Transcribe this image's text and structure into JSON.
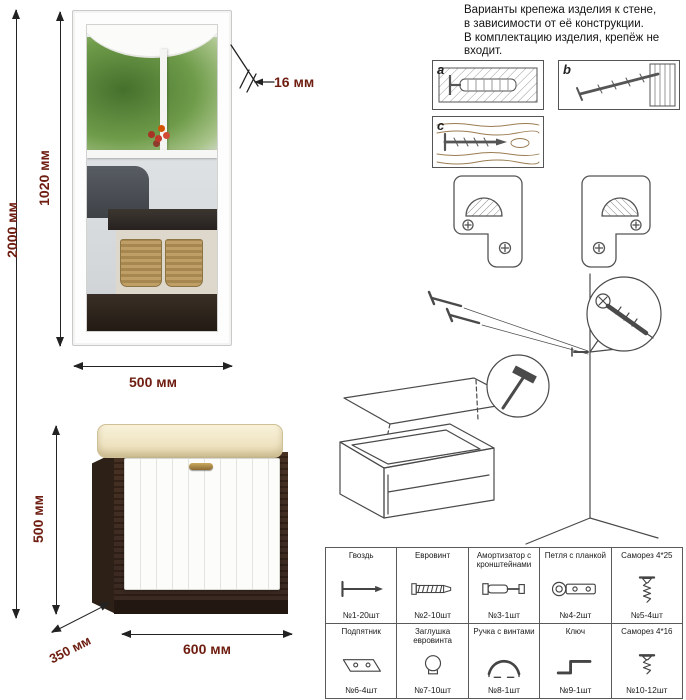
{
  "notice": {
    "text": "Варианты крепежа изделия к стене,\nв зависимости от её конструкции.\nВ комплектацию изделия, крепёж не\nвходит."
  },
  "dimensions": {
    "total_height": "2000 мм",
    "mirror_height": "1020 мм",
    "mirror_width": "500 мм",
    "mirror_depth": "16 мм",
    "bench_height": "500 мм",
    "bench_depth": "350 мм",
    "bench_width": "600 мм"
  },
  "fastening": {
    "labels": [
      "a",
      "b",
      "c"
    ]
  },
  "hardware": {
    "rows": [
      [
        {
          "name": "Гвоздь",
          "qty": "№1-20шт"
        },
        {
          "name": "Евровинт",
          "qty": "№2-10шт"
        },
        {
          "name": "Амортизатор с кронштейнами",
          "qty": "№3-1шт"
        },
        {
          "name": "Петля с планкой",
          "qty": "№4-2шт"
        },
        {
          "name": "Саморез 4*25",
          "qty": "№5-4шт"
        }
      ],
      [
        {
          "name": "Подпятник",
          "qty": "№6-4шт"
        },
        {
          "name": "Заглушка евровинта",
          "qty": "№7-10шт"
        },
        {
          "name": "Ручка с винтами",
          "qty": "№8-1шт"
        },
        {
          "name": "Ключ",
          "qty": "№9-1шт"
        },
        {
          "name": "Саморез 4*16",
          "qty": "№10-12шт"
        }
      ]
    ]
  },
  "colors": {
    "dimension_label": "#6e1d10",
    "line": "#222222",
    "wenge": "#3a2a20",
    "cushion": "#f2e8c6"
  }
}
